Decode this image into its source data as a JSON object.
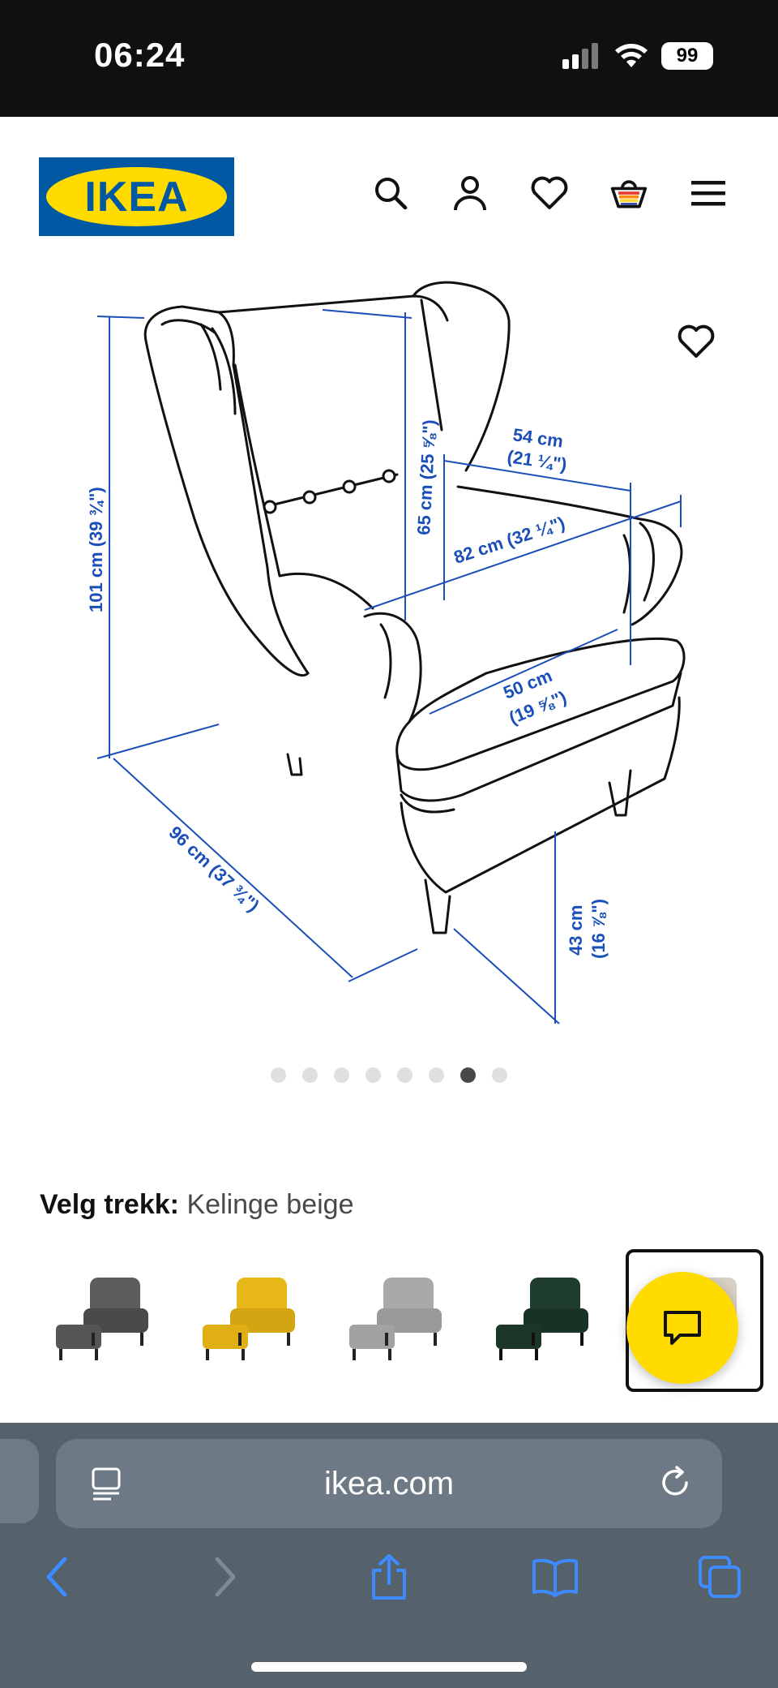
{
  "status_bar": {
    "time": "06:24",
    "battery": "99"
  },
  "header": {
    "logo_text": "IKEA"
  },
  "gallery": {
    "dimensions": {
      "height_total": "101 cm (39 ¾\")",
      "back_height": "65 cm (25 ⅝\")",
      "seat_width": "54 cm",
      "seat_width_in": "(21 ¼\")",
      "width_total": "82 cm (32 ¼\")",
      "seat_depth": "50 cm",
      "seat_depth_in": "(19 ⅝\")",
      "depth_total": "96 cm (37 ¾\")",
      "seat_height": "43 cm",
      "seat_height_in": "(16 ⅞\")"
    },
    "slide_count": 8,
    "active_slide": 7
  },
  "variant": {
    "label": "Velg trekk:",
    "value": "Kelinge beige"
  },
  "swatches": [
    {
      "name": "dark-grey",
      "color": "#5c5c5c"
    },
    {
      "name": "yellow",
      "color": "#e8b81a"
    },
    {
      "name": "light-grey",
      "color": "#a9a9a9"
    },
    {
      "name": "dark-green",
      "color": "#1f3d2c"
    },
    {
      "name": "beige",
      "color": "#d9d0c4"
    }
  ],
  "browser": {
    "url": "ikea.com"
  },
  "colors": {
    "ikea_blue": "#0058a3",
    "ikea_yellow": "#ffdb00",
    "dimension_blue": "#1a4fb8",
    "safari_bg": "#55616b"
  }
}
